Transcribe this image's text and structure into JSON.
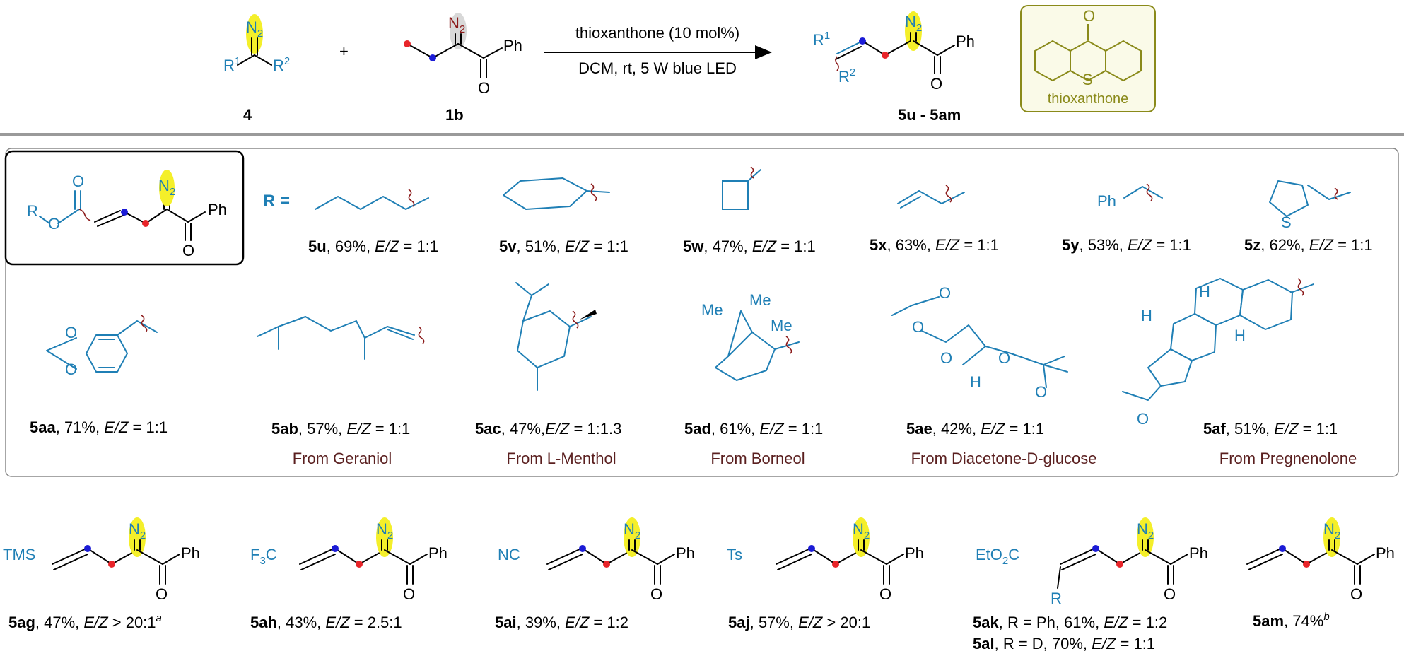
{
  "colors": {
    "blue": "#1f7fb5",
    "dark_red": "#8b1a1a",
    "highlight": "#f4ef2a",
    "olive": "#8a8a1a",
    "node_red": "#e8252a",
    "node_blue": "#1b1bd6",
    "source_text": "#5a1f1f"
  },
  "reaction": {
    "reagent_4": {
      "label": "4",
      "r1": "R",
      "r1_sup": "1",
      "r2": "R",
      "r2_sup": "2",
      "n2": "N",
      "n2_sub": "2"
    },
    "plus": "+",
    "reagent_1b": {
      "label": "1b",
      "n2": "N",
      "n2_sub": "2",
      "ph": "Ph",
      "o": "O"
    },
    "conditions_top": "thioxanthone (10 mol%)",
    "conditions_bottom": "DCM, rt, 5 W blue LED",
    "product": {
      "label": "5u - 5am",
      "r1": "R",
      "r1_sup": "1",
      "r2": "R",
      "r2_sup": "2",
      "n2": "N",
      "n2_sub": "2",
      "ph": "Ph",
      "o": "O"
    },
    "catalyst": {
      "name": "thioxanthone",
      "o": "O",
      "s": "S"
    }
  },
  "general": {
    "r": "R",
    "o1": "O",
    "o2": "O",
    "n2": "N",
    "n2_sub": "2",
    "ph": "Ph",
    "o3": "O",
    "r_eq": "R ="
  },
  "row1": [
    {
      "id": "5u",
      "text": ", 69%, ",
      "ez": "E/Z",
      "val": " = 1:1"
    },
    {
      "id": "5v",
      "text": ", 51%, ",
      "ez": "E/Z",
      "val": " = 1:1"
    },
    {
      "id": "5w",
      "text": ", 47%, ",
      "ez": "E/Z",
      "val": " = 1:1"
    },
    {
      "id": "5x",
      "text": ", 63%, ",
      "ez": "E/Z",
      "val": " = 1:1"
    },
    {
      "id": "5y",
      "text": ", 53%, ",
      "ez": "E/Z",
      "val": " = 1:1",
      "sub": "Ph"
    },
    {
      "id": "5z",
      "text": ", 62%, ",
      "ez": "E/Z",
      "val": " = 1:1",
      "s": "S"
    }
  ],
  "row2": [
    {
      "id": "5aa",
      "text": ", 71%, ",
      "ez": "E/Z",
      "val": " = 1:1",
      "o1": "O",
      "o2": "O"
    },
    {
      "id": "5ab",
      "text": ", 57%, ",
      "ez": "E/Z",
      "val": " = 1:1",
      "source": "From Geraniol"
    },
    {
      "id": "5ac",
      "text": ", 47%,",
      "ez": "E/Z",
      "val": " = 1:1.3",
      "source": "From L-Menthol"
    },
    {
      "id": "5ad",
      "text": ", 61%, ",
      "ez": "E/Z",
      "val": " = 1:1",
      "source": "From Borneol",
      "me": "Me"
    },
    {
      "id": "5ae",
      "text": ", 42%, ",
      "ez": "E/Z",
      "val": " = 1:1",
      "source": "From Diacetone-D-glucose",
      "o": "O",
      "h": "H"
    },
    {
      "id": "5af",
      "text": ", 51%, ",
      "ez": "E/Z",
      "val": " = 1:1",
      "source": "From Pregnenolone",
      "h": "H",
      "o": "O"
    }
  ],
  "row3": [
    {
      "id": "5ag",
      "text": ", 47%, ",
      "ez": "E/Z",
      "val": " > 20:1",
      "sup": "a",
      "group": "TMS"
    },
    {
      "id": "5ah",
      "text": ", 43%, ",
      "ez": "E/Z",
      "val": " = 2.5:1",
      "group": "F",
      "group_sub": "3",
      "group_tail": "C"
    },
    {
      "id": "5ai",
      "text": ", 39%, ",
      "ez": "E/Z",
      "val": " = 1:2",
      "group": "NC"
    },
    {
      "id": "5aj",
      "text": ", 57%, ",
      "ez": "E/Z",
      "val": " > 20:1",
      "group": "Ts"
    },
    {
      "id": "5ak",
      "text": ", R = Ph, 61%, ",
      "ez": "E/Z",
      "val": " = 1:2",
      "group": "EtO",
      "group_sub": "2",
      "group_tail": "C",
      "r": "R"
    },
    {
      "id": "5al",
      "text": ", R = D, 70%, ",
      "ez": "E/Z",
      "val": " = 1:1"
    },
    {
      "id": "5am",
      "text": ", 74%",
      "sup": "b"
    }
  ],
  "common": {
    "n2": "N",
    "n2_sub": "2",
    "ph": "Ph",
    "o": "O"
  }
}
